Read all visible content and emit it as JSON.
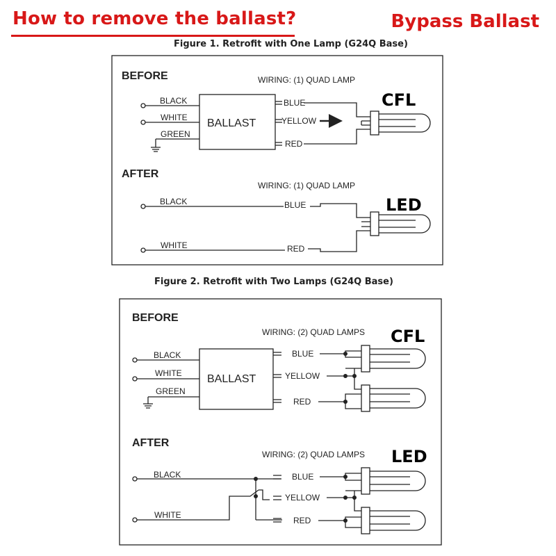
{
  "header": {
    "title": "How to remove the ballast?",
    "subtitle": "Bypass Ballast",
    "color": "#d81818"
  },
  "figure1": {
    "title": "Figure 1. Retrofit with One Lamp (G24Q Base)",
    "before": {
      "label": "BEFORE",
      "wiring": "WIRING:  (1) QUAD LAMP",
      "box": "BALLAST",
      "inputs": [
        "BLACK",
        "WHITE",
        "GREEN"
      ],
      "outputs": [
        "BLUE",
        "YELLOW",
        "RED"
      ],
      "lamp": "CFL"
    },
    "after": {
      "label": "AFTER",
      "wiring": "WIRING:  (1) QUAD LAMP",
      "inputs": [
        "BLACK",
        "WHITE"
      ],
      "outputs": [
        "BLUE",
        "RED"
      ],
      "lamp": "LED"
    }
  },
  "figure2": {
    "title": "Figure 2. Retrofit with Two Lamps (G24Q Base)",
    "before": {
      "label": "BEFORE",
      "wiring": "WIRING:  (2) QUAD LAMPS",
      "box": "BALLAST",
      "inputs": [
        "BLACK",
        "WHITE",
        "GREEN"
      ],
      "outputs": [
        "BLUE",
        "YELLOW",
        "RED"
      ],
      "lamp": "CFL"
    },
    "after": {
      "label": "AFTER",
      "wiring": "WIRING:  (2) QUAD LAMPS",
      "inputs": [
        "BLACK",
        "WHITE"
      ],
      "outputs": [
        "BLUE",
        "YELLOW",
        "RED"
      ],
      "lamp": "LED"
    }
  }
}
